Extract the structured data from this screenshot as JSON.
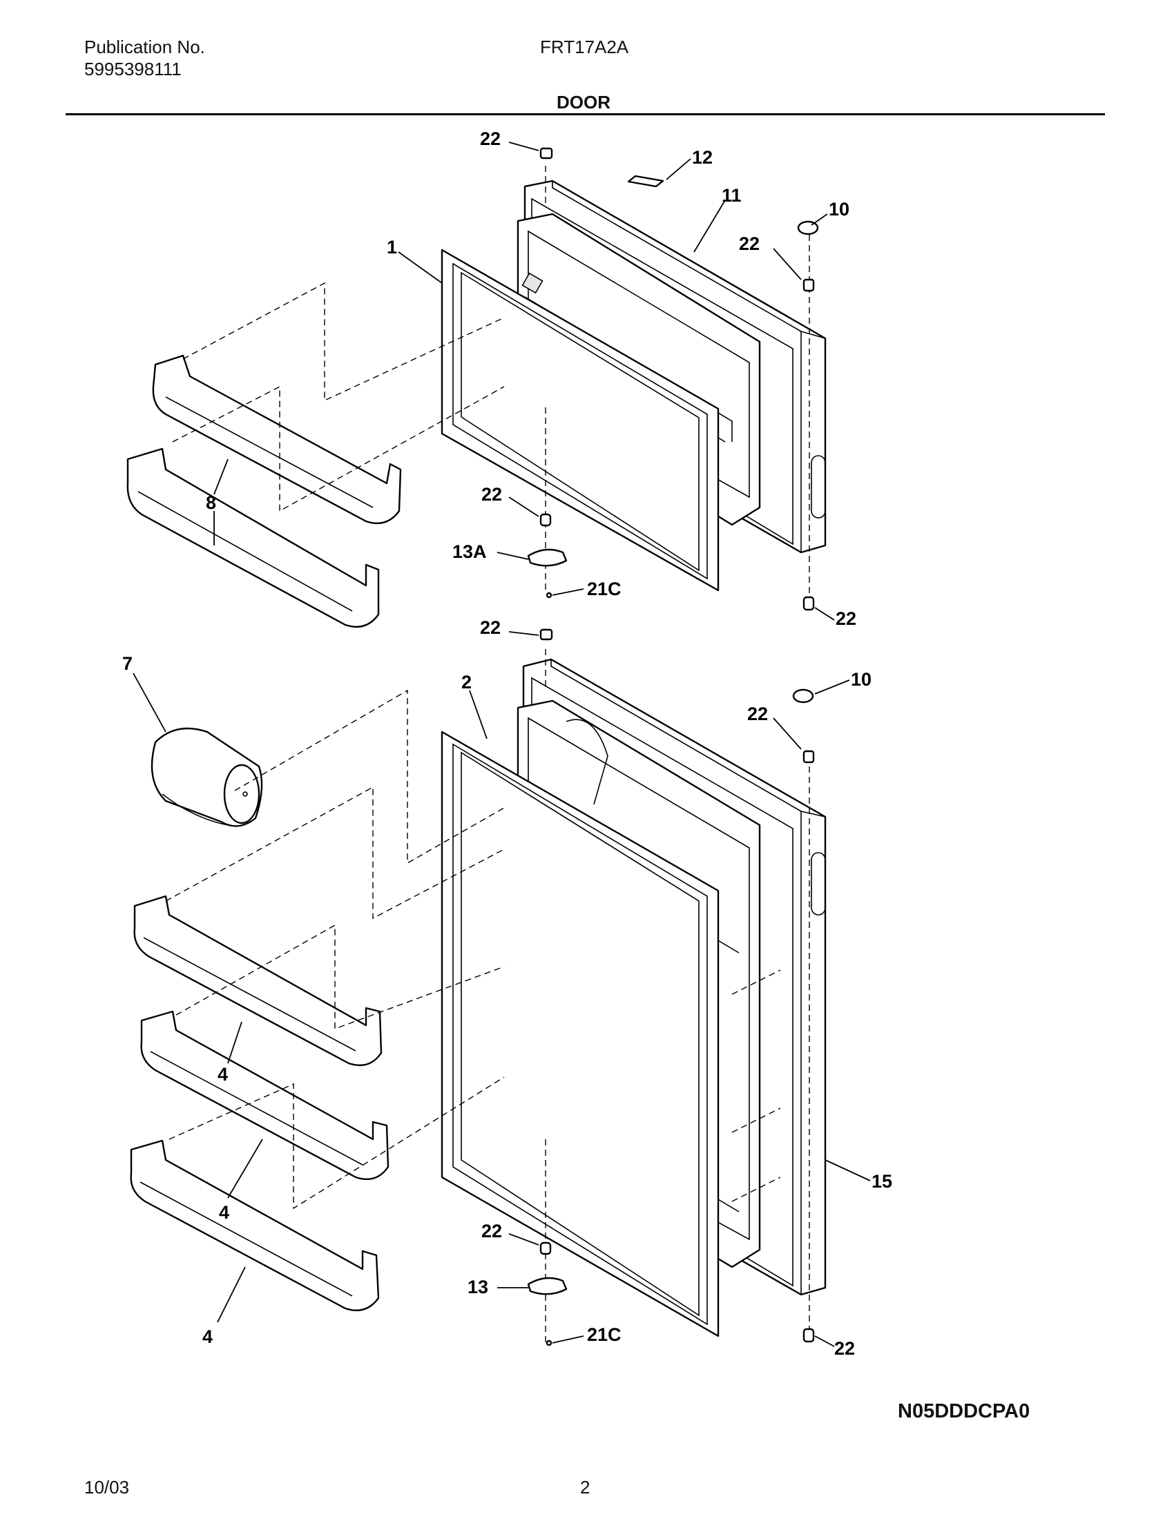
{
  "header": {
    "publication_label": "Publication No.",
    "publication_number": "5995398111",
    "model": "FRT17A2A",
    "section_title": "DOOR"
  },
  "callouts": {
    "c22_a": "22",
    "c12": "12",
    "c11": "11",
    "c10_a": "10",
    "c22_b": "22",
    "c1": "1",
    "c8": "8",
    "c22_c": "22",
    "c13a": "13A",
    "c21c_a": "21C",
    "c22_d": "22",
    "c22_e": "22",
    "c7": "7",
    "c2": "2",
    "c10_b": "10",
    "c22_f": "22",
    "c4_a": "4",
    "c4_b": "4",
    "c4_c": "4",
    "c15": "15",
    "c22_g": "22",
    "c13": "13",
    "c21c_b": "21C",
    "c22_h": "22"
  },
  "diagram_code": "N05DDDCPA0",
  "footer": {
    "date": "10/03",
    "page": "2"
  }
}
